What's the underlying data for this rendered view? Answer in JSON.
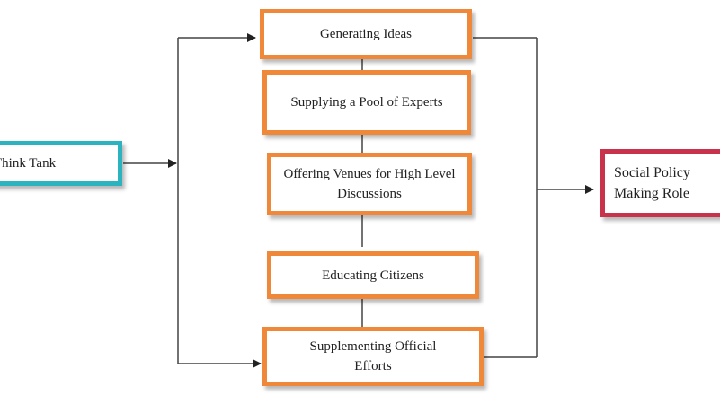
{
  "diagram": {
    "source": {
      "label": "Think Tank"
    },
    "functions": [
      {
        "id": "generating-ideas",
        "label": "Generating Ideas"
      },
      {
        "id": "supplying-experts",
        "label": "Supplying a Pool of Experts"
      },
      {
        "id": "offering-venues",
        "label": "Offering Venues for High Level Discussions"
      },
      {
        "id": "educating-citizens",
        "label": "Educating Citizens"
      },
      {
        "id": "supplementing-efforts",
        "label": "Supplementing Official Efforts"
      }
    ],
    "target": {
      "label": "Social Policy Making Role"
    }
  },
  "colors": {
    "function_border": "#f0883a",
    "source_border": "#2bb3c0",
    "target_border": "#c8324a",
    "connector": "#444444"
  }
}
